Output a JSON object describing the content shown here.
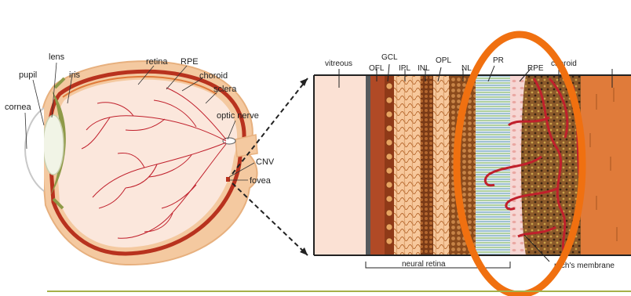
{
  "eye_labels": {
    "lens": "lens",
    "pupil": "pupil",
    "iris": "iris",
    "cornea": "cornea",
    "retina": "retina",
    "rpe": "RPE",
    "choroid": "choroid",
    "sclera": "sclera",
    "optic_nerve": "optic nerve",
    "cnv": "CNV",
    "fovea": "fovea"
  },
  "layer_labels": {
    "vitreous": "vitreous",
    "gcl": "GCL",
    "ofl": "OFL",
    "ipl": "IPL",
    "inl": "INL",
    "opl": "OPL",
    "onl": "NL",
    "pr": "PR",
    "rpe": "RPE",
    "choroid": "choroid",
    "neural_retina": "neural retina",
    "bruchs_membrane": "ruch's membrane"
  },
  "colors": {
    "sclera_peach": "#f4c9a0",
    "retina_red": "#b8321e",
    "vitreous_pink": "#fbe1d4",
    "choroid_orange": "#e07b3a",
    "vessel_red": "#c0202c",
    "highlight_orange": "#f07010",
    "footer_line": "#a6b04a"
  },
  "highlight": {
    "shape": "ellipse",
    "target": "PR / RPE / Bruch's membrane region"
  }
}
